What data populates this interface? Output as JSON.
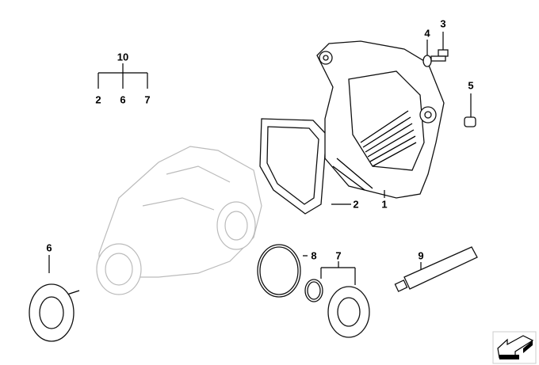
{
  "diagram": {
    "group_label": {
      "number": "10",
      "children": [
        "2",
        "6",
        "7"
      ]
    },
    "callouts": [
      {
        "part": "cover",
        "number": "1"
      },
      {
        "part": "gasket",
        "number": "2"
      },
      {
        "part": "bolt",
        "number": "3"
      },
      {
        "part": "washer",
        "number": "4"
      },
      {
        "part": "plug",
        "number": "5"
      },
      {
        "part": "shaft-seal-left",
        "number": "6"
      },
      {
        "part": "shaft-seal-right",
        "number": "7"
      },
      {
        "part": "o-ring",
        "number": "8"
      },
      {
        "part": "sealant-tube",
        "number": "9"
      }
    ],
    "nav_icon": "arrow-down-left-icon"
  }
}
